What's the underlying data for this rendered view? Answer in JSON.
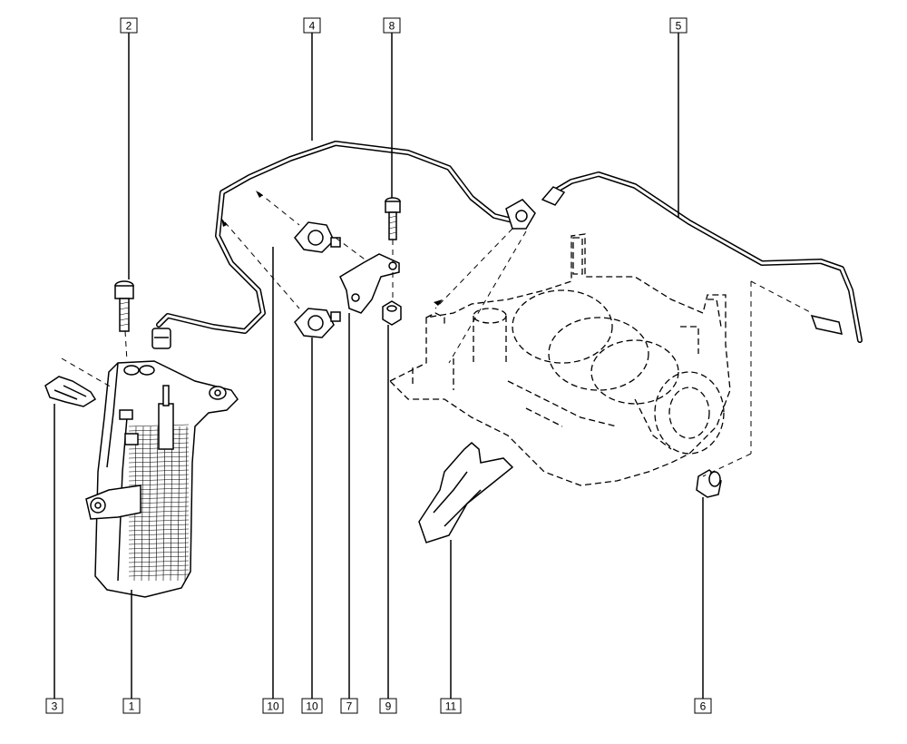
{
  "diagram": {
    "callouts": [
      {
        "id": "c2",
        "label": "2"
      },
      {
        "id": "c4",
        "label": "4"
      },
      {
        "id": "c8",
        "label": "8"
      },
      {
        "id": "c5",
        "label": "5"
      },
      {
        "id": "c3",
        "label": "3"
      },
      {
        "id": "c1",
        "label": "1"
      },
      {
        "id": "c10a",
        "label": "10"
      },
      {
        "id": "c10b",
        "label": "10"
      },
      {
        "id": "c7",
        "label": "7"
      },
      {
        "id": "c9",
        "label": "9"
      },
      {
        "id": "c11",
        "label": "11"
      },
      {
        "id": "c6",
        "label": "6"
      }
    ]
  }
}
